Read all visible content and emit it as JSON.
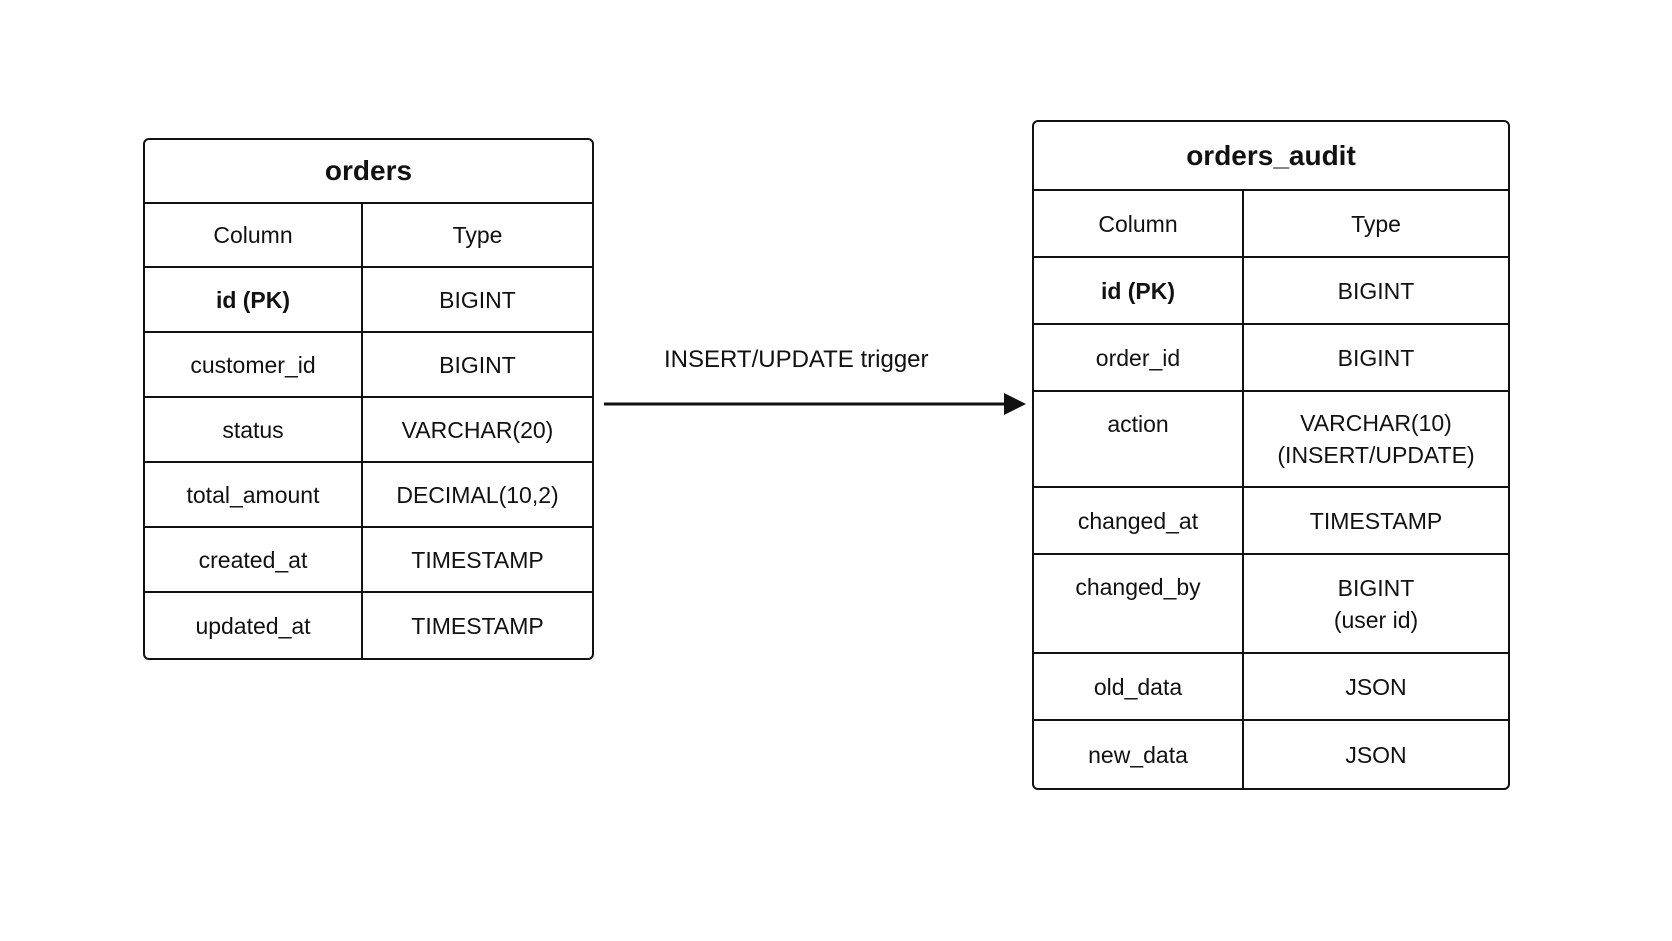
{
  "orders": {
    "title": "orders",
    "header": {
      "col1": "Column",
      "col2": "Type"
    },
    "rows": [
      {
        "column": "id (PK)",
        "type": "BIGINT"
      },
      {
        "column": "customer_id",
        "type": "BIGINT"
      },
      {
        "column": "status",
        "type": "VARCHAR(20)"
      },
      {
        "column": "total_amount",
        "type": "DECIMAL(10,2)"
      },
      {
        "column": "created_at",
        "type": "TIMESTAMP"
      },
      {
        "column": "updated_at",
        "type": "TIMESTAMP"
      }
    ]
  },
  "orders_audit": {
    "title": "orders_audit",
    "header": {
      "col1": "Column",
      "col2": "Type"
    },
    "rows": [
      {
        "column": "id (PK)",
        "type": "BIGINT"
      },
      {
        "column": "order_id",
        "type": "BIGINT"
      },
      {
        "column": "action",
        "type": "VARCHAR(10)\n(INSERT/UPDATE)"
      },
      {
        "column": "changed_at",
        "type": "TIMESTAMP"
      },
      {
        "column": "changed_by",
        "type": "BIGINT\n(user id)"
      },
      {
        "column": "old_data",
        "type": "JSON"
      },
      {
        "column": "new_data",
        "type": "JSON"
      }
    ]
  },
  "relation": {
    "label": "INSERT/UPDATE trigger"
  },
  "colors": {
    "line": "#111111",
    "background": "#ffffff"
  }
}
